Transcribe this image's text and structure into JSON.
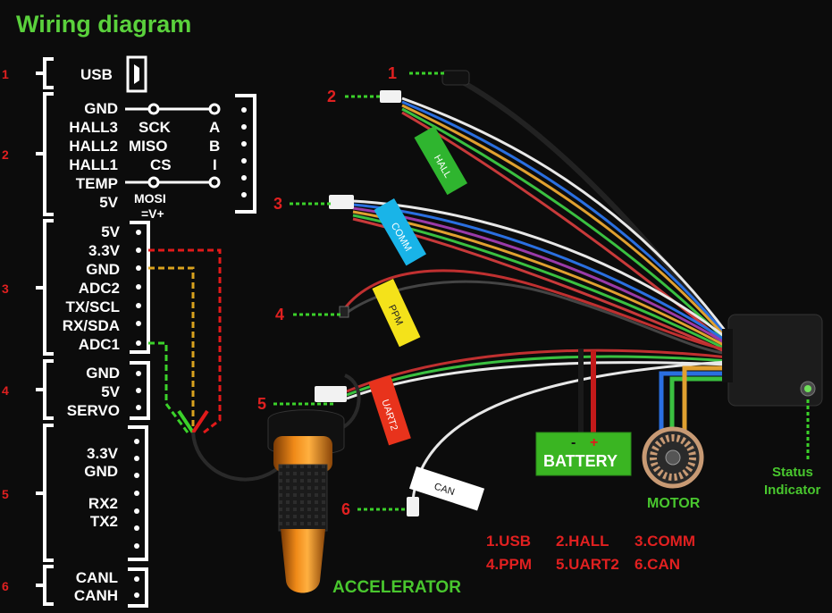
{
  "title": "Wiring diagram",
  "groups": {
    "usb": {
      "label": "USB"
    },
    "hall": {
      "left_labels": [
        "GND",
        "HALL3",
        "HALL2",
        "HALL1",
        "TEMP",
        "5V"
      ],
      "mid_labels": [
        "SCK",
        "MISO",
        "CS",
        "MOSI",
        "=V+"
      ],
      "right_labels": [
        "A",
        "B",
        "I"
      ]
    },
    "comm": {
      "labels": [
        "5V",
        "3.3V",
        "GND",
        "ADC2",
        "TX/SCL",
        "RX/SDA",
        "ADC1"
      ]
    },
    "servo": {
      "labels": [
        "GND",
        "5V",
        "SERVO"
      ]
    },
    "uart": {
      "labels": [
        "3.3V",
        "GND",
        "RX2",
        "TX2"
      ]
    },
    "can": {
      "labels": [
        "CANL",
        "CANH"
      ]
    }
  },
  "callouts": [
    "1",
    "2",
    "3",
    "4",
    "5",
    "6"
  ],
  "tags": {
    "hall": "HALL",
    "comm": "COMM",
    "ppm": "PPM",
    "uart2": "UART2",
    "can": "CAN"
  },
  "battery": {
    "label": "BATTERY",
    "minus": "-",
    "plus": "+"
  },
  "motor": "MOTOR",
  "accelerator": "ACCELERATOR",
  "status": [
    "Status",
    "Indicator"
  ],
  "legend": [
    [
      "1.USB",
      "2.HALL",
      "3.COMM"
    ],
    [
      "4.PPM",
      "5.UART2",
      "6.CAN"
    ]
  ],
  "colors": {
    "title_green": "#5ad13c",
    "callout_red": "#e02020",
    "hall_tag": "#2fb52f",
    "comm_tag": "#19b4e8",
    "ppm_tag": "#f4e21a",
    "uart_tag": "#e8331c",
    "can_tag": "#ffffff"
  }
}
